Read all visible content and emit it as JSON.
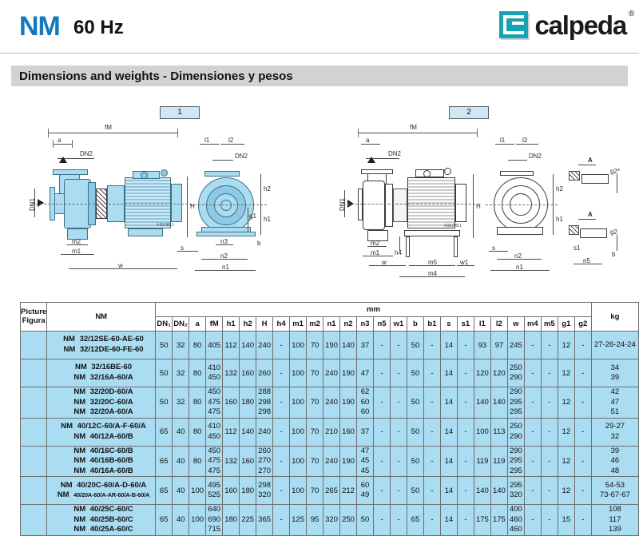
{
  "header": {
    "model": "NM",
    "frequency": "60 Hz",
    "logo_text": "calpeda",
    "logo_registered": "®",
    "logo_mark_color": "#16a3b4",
    "model_color": "#1279be"
  },
  "section": {
    "title": "Dimensions and weights  -  Dimensiones y pesos"
  },
  "figures": [
    {
      "badge": "1",
      "labels": [
        "fM",
        "a",
        "DN2",
        "DN1",
        "H",
        "m2",
        "m1",
        "w",
        "l1",
        "l2",
        "h2",
        "h1",
        "g1",
        "n3",
        "b",
        "s",
        "n2",
        "n1"
      ],
      "code": "4.93.083.1"
    },
    {
      "badge": "2",
      "labels": [
        "fM",
        "a",
        "DN2",
        "DN1",
        "H",
        "m2",
        "m1",
        "h4",
        "w",
        "m5",
        "w1",
        "m4",
        "l1",
        "l2",
        "DN2",
        "h2",
        "h1",
        "s",
        "n2",
        "n1",
        "A",
        "g2*",
        "A",
        "g2",
        "s1",
        "b",
        "n5"
      ],
      "code": "4.93.078.1"
    }
  ],
  "table": {
    "corner_picture": "Picture",
    "corner_figura": "Figura",
    "corner_nm": "NM",
    "group_mm": "mm",
    "group_kg": "kg",
    "columns": [
      "DN",
      "DN",
      "a",
      "fM",
      "h1",
      "h2",
      "H",
      "h4",
      "m1",
      "m2",
      "n1",
      "n2",
      "n3",
      "n5",
      "w1",
      "b",
      "b1",
      "s",
      "s1",
      "l1",
      "l2",
      "w",
      "m4",
      "m5",
      "g1",
      "g2"
    ],
    "columns_display": [
      "DN₁",
      "DN₂",
      "a",
      "fM",
      "h1",
      "h2",
      "H",
      "h4",
      "m1",
      "m2",
      "n1",
      "n2",
      "n3",
      "n5",
      "w1",
      "b",
      "b1",
      "s",
      "s1",
      "l1",
      "l2",
      "w",
      "m4",
      "m5",
      "g1",
      "g2"
    ],
    "rows": [
      {
        "models": [
          "NM  32/12SE-60-AE-60",
          "NM  32/12DE-60-FE-60"
        ],
        "DN1": "50",
        "DN2": "32",
        "a": "80",
        "fM": "405",
        "h1": "112",
        "h2": "140",
        "H": "240",
        "h4": "-",
        "m1": "100",
        "m2": "70",
        "n1": "190",
        "n2": "140",
        "n3": "37",
        "n5": "-",
        "w1": "-",
        "b": "50",
        "b1": "-",
        "s": "14",
        "s1": "-",
        "l1": "93",
        "l2": "97",
        "w": "245",
        "m4": "-",
        "m5": "-",
        "g1": "12",
        "g2": "-",
        "kg": [
          "27-26-24-24"
        ]
      },
      {
        "models": [
          "NM  32/16BE-60",
          "NM  32/16A-60/A"
        ],
        "DN1": "50",
        "DN2": "32",
        "a": "80",
        "fM": [
          "410",
          "450"
        ],
        "h1": "132",
        "h2": "160",
        "H": "260",
        "h4": "-",
        "m1": "100",
        "m2": "70",
        "n1": "240",
        "n2": "190",
        "n3": "47",
        "n5": "-",
        "w1": "-",
        "b": "50",
        "b1": "-",
        "s": "14",
        "s1": "-",
        "l1": "120",
        "l2": "120",
        "w": [
          "250",
          "290"
        ],
        "m4": "-",
        "m5": "-",
        "g1": "12",
        "g2": "-",
        "kg": [
          "34",
          "39"
        ]
      },
      {
        "models": [
          "NM  32/20D-60/A",
          "NM  32/20C-60/A",
          "NM  32/20A-60/A"
        ],
        "DN1": "50",
        "DN2": "32",
        "a": "80",
        "fM": [
          "450",
          "475",
          "475"
        ],
        "h1": "160",
        "h2": "180",
        "H": [
          "288",
          "298",
          "298"
        ],
        "h4": "-",
        "m1": "100",
        "m2": "70",
        "n1": "240",
        "n2": "190",
        "n3": [
          "62",
          "60",
          "60"
        ],
        "n5": "-",
        "w1": "-",
        "b": "50",
        "b1": "-",
        "s": "14",
        "s1": "-",
        "l1": "140",
        "l2": "140",
        "w": [
          "290",
          "295",
          "295"
        ],
        "m4": "-",
        "m5": "-",
        "g1": "12",
        "g2": "-",
        "kg": [
          "42",
          "47",
          "51"
        ]
      },
      {
        "models": [
          "NM  40/12C-60/A-F-60/A",
          "NM  40/12A-60/B"
        ],
        "DN1": "65",
        "DN2": "40",
        "a": "80",
        "fM": [
          "410",
          "450"
        ],
        "h1": "112",
        "h2": "140",
        "H": "240",
        "h4": "-",
        "m1": "100",
        "m2": "70",
        "n1": "210",
        "n2": "160",
        "n3": "37",
        "n5": "-",
        "w1": "-",
        "b": "50",
        "b1": "-",
        "s": "14",
        "s1": "-",
        "l1": "100",
        "l2": "113",
        "w": [
          "250",
          "290"
        ],
        "m4": "-",
        "m5": "-",
        "g1": "12",
        "g2": "-",
        "kg": [
          "29-27",
          "32"
        ]
      },
      {
        "models": [
          "NM  40/16C-60/B",
          "NM  40/16B-60/B",
          "NM  40/16A-60/B"
        ],
        "DN1": "65",
        "DN2": "40",
        "a": "80",
        "fM": [
          "450",
          "475",
          "475"
        ],
        "h1": "132",
        "h2": "160",
        "H": [
          "260",
          "270",
          "270"
        ],
        "h4": "-",
        "m1": "100",
        "m2": "70",
        "n1": "240",
        "n2": "190",
        "n3": [
          "47",
          "45",
          "45"
        ],
        "n5": "-",
        "w1": "-",
        "b": "50",
        "b1": "-",
        "s": "14",
        "s1": "-",
        "l1": "119",
        "l2": "119",
        "w": [
          "290",
          "295",
          "295"
        ],
        "m4": "-",
        "m5": "-",
        "g1": "12",
        "g2": "-",
        "kg": [
          "39",
          "46",
          "48"
        ]
      },
      {
        "models": [
          "NM  40/20C-60/A-D-60/A",
          "NM  40/20A-60/A-AR-60/A-B-60/A"
        ],
        "DN1": "65",
        "DN2": "40",
        "a": "100",
        "fM": [
          "495",
          "525"
        ],
        "h1": "160",
        "h2": "180",
        "H": [
          "298",
          "320"
        ],
        "h4": "-",
        "m1": "100",
        "m2": "70",
        "n1": "265",
        "n2": "212",
        "n3": [
          "60",
          "49"
        ],
        "n5": "-",
        "w1": "-",
        "b": "50",
        "b1": "-",
        "s": "14",
        "s1": "-",
        "l1": "140",
        "l2": "140",
        "w": [
          "295",
          "320"
        ],
        "m4": "-",
        "m5": "-",
        "g1": "12",
        "g2": "-",
        "kg": [
          "54-53",
          "73-67-67"
        ]
      },
      {
        "models": [
          "NM  40/25C-60/C",
          "NM  40/25B-60/C",
          "NM  40/25A-60/C"
        ],
        "DN1": "65",
        "DN2": "40",
        "a": "100",
        "fM": [
          "640",
          "690",
          "715"
        ],
        "h1": "180",
        "h2": "225",
        "H": "365",
        "h4": "-",
        "m1": "125",
        "m2": "95",
        "n1": "320",
        "n2": "250",
        "n3": "50",
        "n5": "-",
        "w1": "-",
        "b": "65",
        "b1": "-",
        "s": "14",
        "s1": "-",
        "l1": "175",
        "l2": "175",
        "w": [
          "400",
          "460",
          "460"
        ],
        "m4": "-",
        "m5": "-",
        "g1": "15",
        "g2": "-",
        "kg": [
          "108",
          "117",
          "139"
        ]
      }
    ]
  }
}
